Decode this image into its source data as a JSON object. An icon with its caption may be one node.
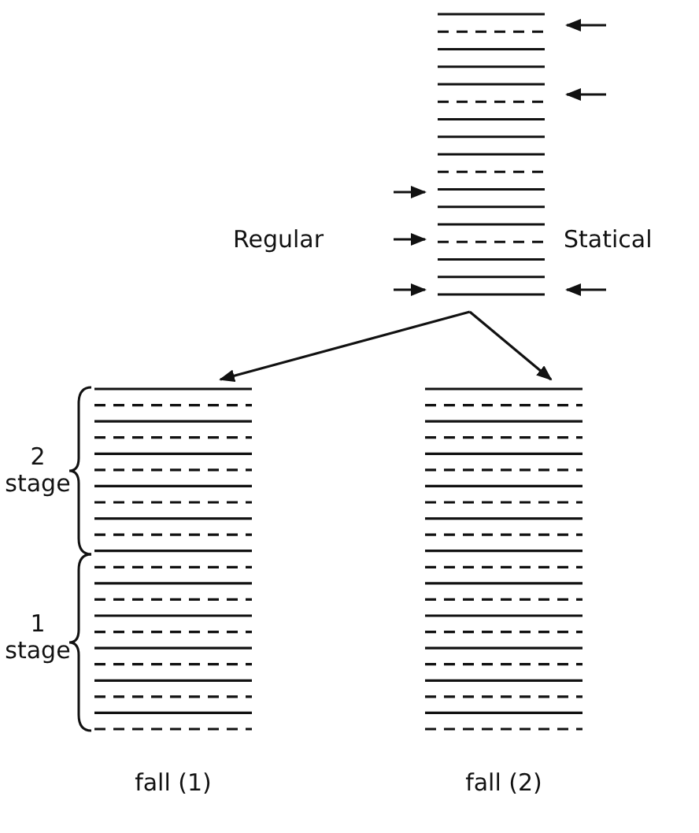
{
  "diagram": {
    "nodes": [
      {
        "text": [],
        "shape": "box"
      },
      {
        "text": [],
        "shape": "box",
        "beside": [
          "fall (1)"
        ]
      },
      {
        "text": [],
        "shape": "box",
        "beside": [
          "fall (2)"
        ]
      }
    ],
    "edges": [
      {
        "from": 0,
        "to": 1,
        "arrow": "to"
      },
      {
        "from": 0,
        "to": 2,
        "arrow": "to"
      }
    ],
    "labels": [
      "Regular",
      "Statical",
      "2 stage",
      "1 stage"
    ]
  }
}
